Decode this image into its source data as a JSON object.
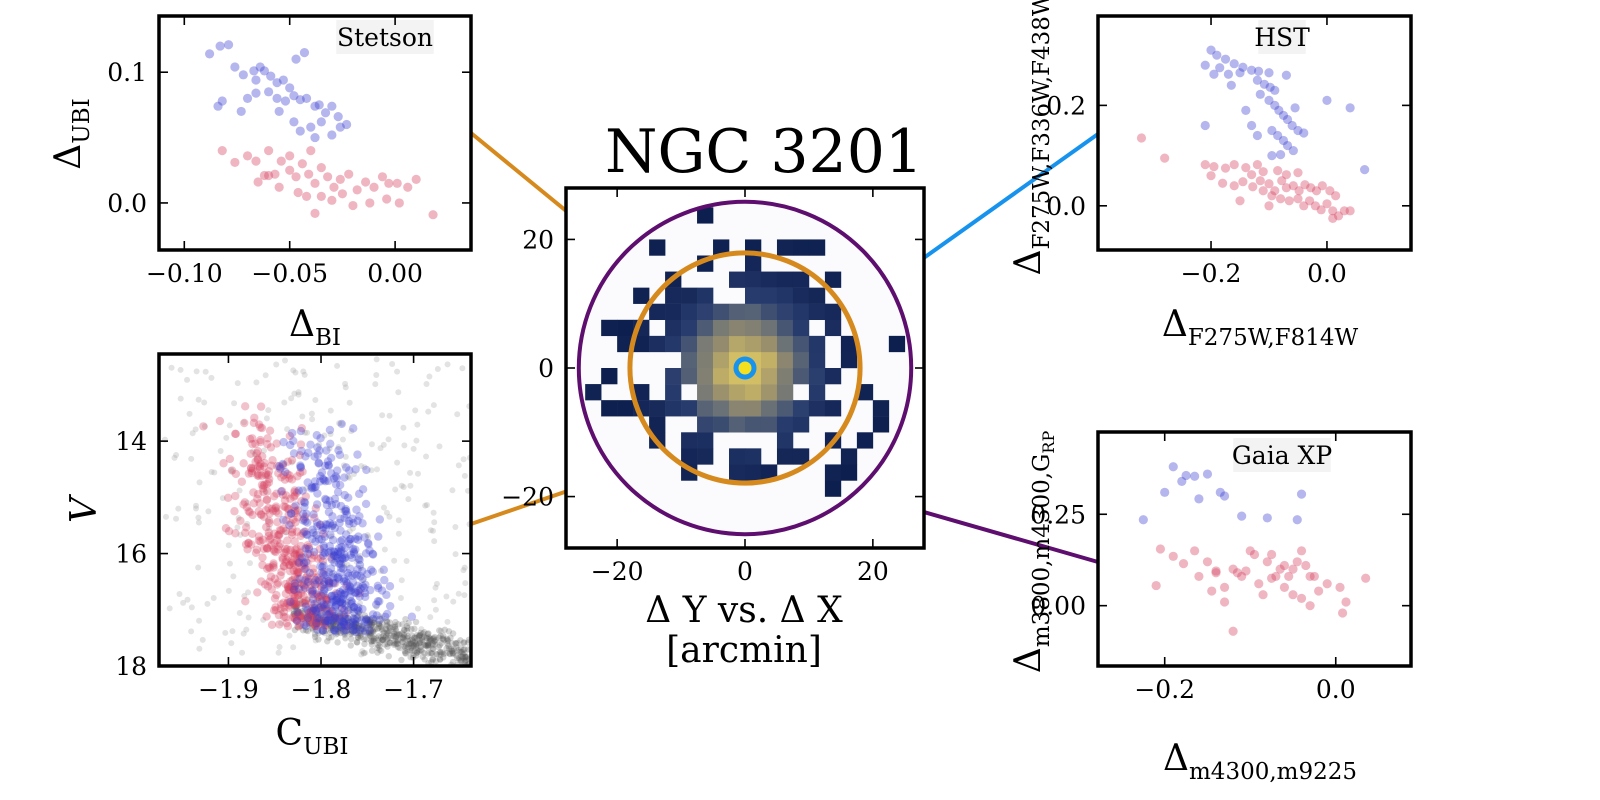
{
  "title": "NGC 3201",
  "colors": {
    "first_generation": "#d6405f",
    "second_generation": "#3a3fd0",
    "field": "#9a9a9a",
    "connector_stetson": "#d68a1e",
    "connector_hst": "#1793ee",
    "connector_gaia": "#5e0e6e",
    "outer_circle": "#5e0e6e",
    "inner_circle": "#d68a1e",
    "center_marker": "#1793ee",
    "center_dot": "#f5e020"
  },
  "chart_data": [
    {
      "id": "stetson",
      "type": "scatter",
      "label": "Stetson",
      "xlabel": "Δ",
      "xlabel_sub": "BI",
      "ylabel": "Δ",
      "ylabel_sub": "UBI",
      "xlim": [
        -0.112,
        0.036
      ],
      "ylim": [
        -0.036,
        0.143
      ],
      "xticks": [
        -0.1,
        -0.05,
        0.0
      ],
      "xticklabels": [
        "−0.10",
        "−0.05",
        "0.00"
      ],
      "yticks": [
        0.0,
        0.1
      ],
      "yticklabels": [
        "0.0",
        "0.1"
      ],
      "series": [
        {
          "group": "second_generation",
          "points": [
            [
              -0.088,
              0.114
            ],
            [
              -0.083,
              0.12
            ],
            [
              -0.079,
              0.121
            ],
            [
              -0.076,
              0.104
            ],
            [
              -0.072,
              0.098
            ],
            [
              -0.067,
              0.101
            ],
            [
              -0.064,
              0.104
            ],
            [
              -0.062,
              0.101
            ],
            [
              -0.066,
              0.094
            ],
            [
              -0.059,
              0.097
            ],
            [
              -0.056,
              0.092
            ],
            [
              -0.053,
              0.094
            ],
            [
              -0.05,
              0.088
            ],
            [
              -0.047,
              0.11
            ],
            [
              -0.043,
              0.115
            ],
            [
              -0.06,
              0.085
            ],
            [
              -0.056,
              0.08
            ],
            [
              -0.052,
              0.078
            ],
            [
              -0.048,
              0.082
            ],
            [
              -0.045,
              0.079
            ],
            [
              -0.042,
              0.08
            ],
            [
              -0.038,
              0.074
            ],
            [
              -0.036,
              0.075
            ],
            [
              -0.033,
              0.069
            ],
            [
              -0.03,
              0.074
            ],
            [
              -0.027,
              0.066
            ],
            [
              -0.023,
              0.06
            ],
            [
              -0.07,
              0.08
            ],
            [
              -0.066,
              0.084
            ],
            [
              -0.082,
              0.078
            ],
            [
              -0.084,
              0.074
            ],
            [
              -0.073,
              0.07
            ],
            [
              -0.055,
              0.07
            ],
            [
              -0.048,
              0.062
            ],
            [
              -0.04,
              0.058
            ],
            [
              -0.035,
              0.062
            ],
            [
              -0.045,
              0.055
            ],
            [
              -0.03,
              0.052
            ],
            [
              -0.038,
              0.05
            ],
            [
              -0.026,
              0.058
            ]
          ]
        },
        {
          "group": "first_generation",
          "points": [
            [
              -0.082,
              0.04
            ],
            [
              -0.076,
              0.031
            ],
            [
              -0.07,
              0.036
            ],
            [
              -0.066,
              0.032
            ],
            [
              -0.06,
              0.04
            ],
            [
              -0.057,
              0.022
            ],
            [
              -0.054,
              0.032
            ],
            [
              -0.05,
              0.025
            ],
            [
              -0.047,
              0.02
            ],
            [
              -0.044,
              0.03
            ],
            [
              -0.041,
              0.022
            ],
            [
              -0.038,
              0.015
            ],
            [
              -0.035,
              0.027
            ],
            [
              -0.032,
              0.02
            ],
            [
              -0.029,
              0.012
            ],
            [
              -0.026,
              0.018
            ],
            [
              -0.022,
              0.022
            ],
            [
              -0.018,
              0.01
            ],
            [
              -0.014,
              0.016
            ],
            [
              -0.01,
              0.012
            ],
            [
              -0.006,
              0.02
            ],
            [
              -0.003,
              0.015
            ],
            [
              0.001,
              0.015
            ],
            [
              0.006,
              0.012
            ],
            [
              0.01,
              0.018
            ],
            [
              0.018,
              -0.009
            ],
            [
              -0.06,
              0.021
            ],
            [
              -0.062,
              0.021
            ],
            [
              -0.05,
              0.036
            ],
            [
              -0.046,
              0.008
            ],
            [
              -0.042,
              0.005
            ],
            [
              -0.038,
              -0.008
            ],
            [
              -0.03,
              0.002
            ],
            [
              -0.025,
              0.007
            ],
            [
              -0.02,
              -0.002
            ],
            [
              -0.012,
              0.0
            ],
            [
              -0.004,
              0.003
            ],
            [
              0.002,
              0.0
            ],
            [
              -0.055,
              0.012
            ],
            [
              -0.04,
              0.04
            ],
            [
              -0.065,
              0.016
            ],
            [
              -0.035,
              0.005
            ]
          ]
        }
      ]
    },
    {
      "id": "cmd",
      "type": "scatter",
      "xlabel": "C",
      "xlabel_sub": "UBI",
      "ylabel": "V",
      "xlim": [
        -1.975,
        -1.638
      ],
      "ylim": [
        18.0,
        12.45
      ],
      "xticks": [
        -1.9,
        -1.8,
        -1.7
      ],
      "xticklabels": [
        "−1.9",
        "−1.8",
        "−1.7"
      ],
      "yticks": [
        14,
        16,
        18
      ],
      "yticklabels": [
        "14",
        "16",
        "18"
      ]
    },
    {
      "id": "map",
      "type": "heatmap",
      "xlabel": "Δ Y vs. Δ X",
      "xlabel2": "[arcmin]",
      "xlim": [
        -28,
        28
      ],
      "ylim": [
        -28,
        28
      ],
      "xticks": [
        -20,
        0,
        20
      ],
      "xticklabels": [
        "−20",
        "0",
        "20"
      ],
      "yticks": [
        -20,
        0,
        20
      ],
      "yticklabels": [
        "−20",
        "0",
        "20"
      ],
      "outer_circle_radius": 26,
      "inner_circle_radius": 18
    },
    {
      "id": "hst",
      "type": "scatter",
      "label": "HST",
      "xlabel": "Δ",
      "xlabel_sub": "F275W,F814W",
      "ylabel": "Δ",
      "ylabel_sub": "F275W,F336W,F438W",
      "xlim": [
        -0.395,
        0.145
      ],
      "ylim": [
        -0.088,
        0.378
      ],
      "xticks": [
        -0.2,
        0.0
      ],
      "xticklabels": [
        "−0.2",
        "0.0"
      ],
      "yticks": [
        0.0,
        0.2
      ],
      "yticklabels": [
        "0.0",
        "0.2"
      ],
      "series": [
        {
          "group": "second_generation",
          "points": [
            [
              -0.2,
              0.31
            ],
            [
              -0.19,
              0.3
            ],
            [
              -0.175,
              0.292
            ],
            [
              -0.21,
              0.28
            ],
            [
              -0.185,
              0.275
            ],
            [
              -0.16,
              0.283
            ],
            [
              -0.145,
              0.276
            ],
            [
              -0.13,
              0.27
            ],
            [
              -0.118,
              0.268
            ],
            [
              -0.195,
              0.262
            ],
            [
              -0.17,
              0.262
            ],
            [
              -0.15,
              0.265
            ],
            [
              -0.12,
              0.25
            ],
            [
              -0.108,
              0.242
            ],
            [
              -0.098,
              0.236
            ],
            [
              -0.115,
              0.222
            ],
            [
              -0.1,
              0.21
            ],
            [
              -0.09,
              0.2
            ],
            [
              -0.083,
              0.19
            ],
            [
              -0.075,
              0.18
            ],
            [
              -0.068,
              0.172
            ],
            [
              -0.06,
              0.16
            ],
            [
              -0.05,
              0.15
            ],
            [
              -0.04,
              0.145
            ],
            [
              -0.095,
              0.15
            ],
            [
              -0.085,
              0.14
            ],
            [
              -0.075,
              0.13
            ],
            [
              -0.068,
              0.12
            ],
            [
              -0.058,
              0.11
            ],
            [
              -0.095,
              0.1
            ],
            [
              -0.08,
              0.102
            ],
            [
              -0.13,
              0.16
            ],
            [
              -0.12,
              0.14
            ],
            [
              -0.14,
              0.19
            ],
            [
              -0.21,
              0.16
            ],
            [
              0.04,
              0.195
            ],
            [
              0.065,
              0.072
            ],
            [
              0.0,
              0.21
            ],
            [
              -0.055,
              0.195
            ],
            [
              -0.165,
              0.24
            ],
            [
              -0.1,
              0.265
            ],
            [
              -0.09,
              0.23
            ],
            [
              -0.07,
              0.26
            ]
          ]
        },
        {
          "group": "first_generation",
          "points": [
            [
              -0.32,
              0.135
            ],
            [
              -0.28,
              0.095
            ],
            [
              -0.21,
              0.082
            ],
            [
              -0.195,
              0.078
            ],
            [
              -0.175,
              0.075
            ],
            [
              -0.16,
              0.082
            ],
            [
              -0.14,
              0.076
            ],
            [
              -0.2,
              0.06
            ],
            [
              -0.18,
              0.045
            ],
            [
              -0.16,
              0.04
            ],
            [
              -0.145,
              0.048
            ],
            [
              -0.128,
              0.038
            ],
            [
              -0.115,
              0.05
            ],
            [
              -0.1,
              0.044
            ],
            [
              -0.09,
              0.03
            ],
            [
              -0.078,
              0.05
            ],
            [
              -0.07,
              0.036
            ],
            [
              -0.058,
              0.04
            ],
            [
              -0.048,
              0.03
            ],
            [
              -0.038,
              0.042
            ],
            [
              -0.028,
              0.036
            ],
            [
              -0.018,
              0.03
            ],
            [
              -0.008,
              0.04
            ],
            [
              0.005,
              0.03
            ],
            [
              0.015,
              0.02
            ],
            [
              -0.095,
              0.02
            ],
            [
              -0.08,
              0.014
            ],
            [
              -0.065,
              0.01
            ],
            [
              -0.05,
              0.014
            ],
            [
              -0.04,
              0.0
            ],
            [
              -0.03,
              0.01
            ],
            [
              -0.02,
              0.0
            ],
            [
              -0.01,
              -0.008
            ],
            [
              0.0,
              0.004
            ],
            [
              0.01,
              -0.01
            ],
            [
              0.02,
              -0.02
            ],
            [
              0.03,
              -0.01
            ],
            [
              0.04,
              -0.01
            ],
            [
              -0.11,
              0.068
            ],
            [
              -0.12,
              0.082
            ],
            [
              -0.13,
              0.062
            ],
            [
              -0.07,
              0.062
            ],
            [
              -0.05,
              0.066
            ],
            [
              -0.1,
              0.0
            ],
            [
              -0.15,
              0.01
            ],
            [
              -0.11,
              0.03
            ],
            [
              -0.085,
              0.07
            ],
            [
              0.01,
              -0.025
            ]
          ]
        }
      ]
    },
    {
      "id": "gaia",
      "type": "scatter",
      "label": "Gaia XP",
      "xlabel": "Δ",
      "xlabel_sub": "m4300,m9225",
      "ylabel": "Δ",
      "ylabel_sub": "m3800,m4300,G",
      "ylabel_subsub": "RP",
      "xlim": [
        -0.278,
        0.088
      ],
      "ylim": [
        -0.165,
        0.475
      ],
      "xticks": [
        -0.2,
        0.0
      ],
      "xticklabels": [
        "−0.2",
        "0.0"
      ],
      "yticks": [
        0.0,
        0.25
      ],
      "yticklabels": [
        "0.00",
        "0.25"
      ],
      "series": [
        {
          "group": "second_generation",
          "points": [
            [
              -0.19,
              0.38
            ],
            [
              -0.175,
              0.356
            ],
            [
              -0.165,
              0.354
            ],
            [
              -0.15,
              0.36
            ],
            [
              -0.135,
              0.31
            ],
            [
              -0.13,
              0.3
            ],
            [
              -0.2,
              0.31
            ],
            [
              -0.225,
              0.235
            ],
            [
              -0.16,
              0.292
            ],
            [
              -0.11,
              0.245
            ],
            [
              -0.08,
              0.24
            ],
            [
              -0.045,
              0.235
            ],
            [
              -0.04,
              0.305
            ],
            [
              -0.18,
              0.34
            ]
          ]
        },
        {
          "group": "first_generation",
          "points": [
            [
              -0.205,
              0.155
            ],
            [
              -0.19,
              0.135
            ],
            [
              -0.178,
              0.115
            ],
            [
              -0.165,
              0.15
            ],
            [
              -0.15,
              0.12
            ],
            [
              -0.14,
              0.09
            ],
            [
              -0.13,
              0.05
            ],
            [
              -0.12,
              0.1
            ],
            [
              -0.11,
              0.08
            ],
            [
              -0.1,
              0.15
            ],
            [
              -0.095,
              0.14
            ],
            [
              -0.09,
              0.06
            ],
            [
              -0.08,
              0.12
            ],
            [
              -0.075,
              0.14
            ],
            [
              -0.07,
              0.08
            ],
            [
              -0.065,
              0.1
            ],
            [
              -0.06,
              0.05
            ],
            [
              -0.055,
              0.08
            ],
            [
              -0.05,
              0.1
            ],
            [
              -0.045,
              0.12
            ],
            [
              -0.04,
              0.15
            ],
            [
              -0.035,
              0.11
            ],
            [
              -0.03,
              0.08
            ],
            [
              -0.02,
              0.04
            ],
            [
              -0.01,
              0.06
            ],
            [
              0.005,
              0.05
            ],
            [
              0.012,
              0.01
            ],
            [
              0.035,
              0.075
            ],
            [
              -0.12,
              -0.07
            ],
            [
              -0.21,
              0.055
            ],
            [
              -0.16,
              0.08
            ],
            [
              -0.145,
              0.04
            ],
            [
              -0.13,
              0.01
            ],
            [
              -0.105,
              0.095
            ],
            [
              -0.06,
              0.11
            ],
            [
              -0.05,
              0.03
            ],
            [
              -0.04,
              0.02
            ],
            [
              -0.03,
              0.0
            ],
            [
              0.008,
              -0.02
            ],
            [
              -0.085,
              0.03
            ],
            [
              -0.14,
              0.095
            ],
            [
              -0.115,
              0.09
            ],
            [
              -0.075,
              0.075
            ],
            [
              -0.025,
              0.08
            ]
          ]
        }
      ]
    }
  ]
}
